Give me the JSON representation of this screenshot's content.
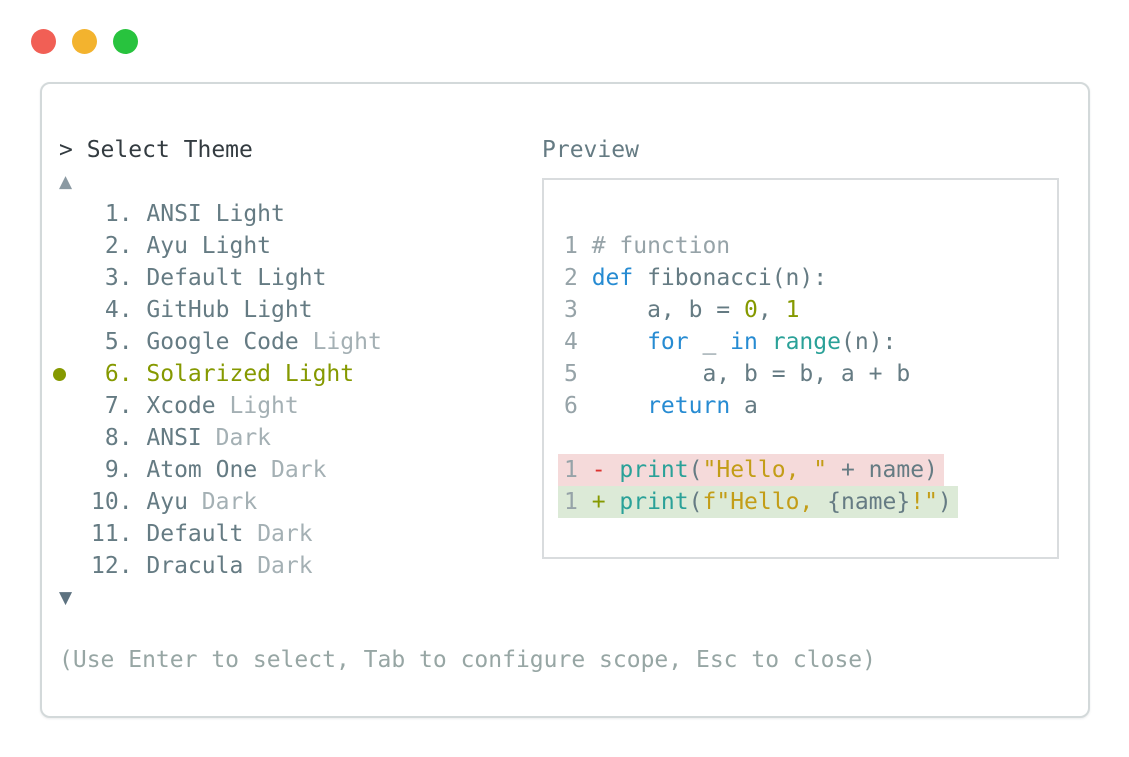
{
  "window": {
    "traffic_lights": [
      {
        "name": "close",
        "color": "#f15f55"
      },
      {
        "name": "minimize",
        "color": "#f3b32e"
      },
      {
        "name": "maximize",
        "color": "#28c33e"
      }
    ]
  },
  "theme_selector": {
    "prompt": ">",
    "title": "Select Theme",
    "scroll_up_glyph": "▲",
    "scroll_down_glyph": "▼",
    "items": [
      {
        "number": "1",
        "name": "ANSI",
        "variant": "Light",
        "dim_variant": false,
        "selected": false
      },
      {
        "number": "2",
        "name": "Ayu",
        "variant": "Light",
        "dim_variant": false,
        "selected": false
      },
      {
        "number": "3",
        "name": "Default",
        "variant": "Light",
        "dim_variant": false,
        "selected": false
      },
      {
        "number": "4",
        "name": "GitHub",
        "variant": "Light",
        "dim_variant": false,
        "selected": false
      },
      {
        "number": "5",
        "name": "Google Code",
        "variant": "Light",
        "dim_variant": true,
        "selected": false
      },
      {
        "number": "6",
        "name": "Solarized",
        "variant": "Light",
        "dim_variant": false,
        "selected": true
      },
      {
        "number": "7",
        "name": "Xcode",
        "variant": "Light",
        "dim_variant": true,
        "selected": false
      },
      {
        "number": "8",
        "name": "ANSI",
        "variant": "Dark",
        "dim_variant": true,
        "selected": false
      },
      {
        "number": "9",
        "name": "Atom One",
        "variant": "Dark",
        "dim_variant": true,
        "selected": false
      },
      {
        "number": "10",
        "name": "Ayu",
        "variant": "Dark",
        "dim_variant": true,
        "selected": false
      },
      {
        "number": "11",
        "name": "Default",
        "variant": "Dark",
        "dim_variant": true,
        "selected": false
      },
      {
        "number": "12",
        "name": "Dracula",
        "variant": "Dark",
        "dim_variant": true,
        "selected": false
      }
    ],
    "hint": "(Use Enter to select, Tab to configure scope, Esc to close)"
  },
  "preview": {
    "label": "Preview",
    "lines": [
      {
        "number": "1",
        "tokens": [
          {
            "t": "# function",
            "c": "comment"
          }
        ]
      },
      {
        "number": "2",
        "tokens": [
          {
            "t": "def",
            "c": "keyword"
          },
          {
            "t": " fibonacci(n):",
            "c": "plain"
          }
        ]
      },
      {
        "number": "3",
        "tokens": [
          {
            "t": "    a, b = ",
            "c": "plain"
          },
          {
            "t": "0",
            "c": "number"
          },
          {
            "t": ", ",
            "c": "plain"
          },
          {
            "t": "1",
            "c": "number"
          }
        ]
      },
      {
        "number": "4",
        "tokens": [
          {
            "t": "    ",
            "c": "plain"
          },
          {
            "t": "for",
            "c": "keyword"
          },
          {
            "t": " _ ",
            "c": "plain"
          },
          {
            "t": "in",
            "c": "keyword"
          },
          {
            "t": " ",
            "c": "plain"
          },
          {
            "t": "range",
            "c": "builtin"
          },
          {
            "t": "(n):",
            "c": "plain"
          }
        ]
      },
      {
        "number": "5",
        "tokens": [
          {
            "t": "        a, b = b, a + b",
            "c": "plain"
          }
        ]
      },
      {
        "number": "6",
        "tokens": [
          {
            "t": "    ",
            "c": "plain"
          },
          {
            "t": "return",
            "c": "keyword"
          },
          {
            "t": " a",
            "c": "plain"
          }
        ]
      },
      {
        "number": "",
        "tokens": []
      },
      {
        "number": "1",
        "diff": "removed",
        "tokens": [
          {
            "t": "- ",
            "c": "diff-minus"
          },
          {
            "t": "print",
            "c": "builtin"
          },
          {
            "t": "(",
            "c": "plain"
          },
          {
            "t": "\"Hello, \"",
            "c": "string"
          },
          {
            "t": " + name)",
            "c": "plain"
          }
        ]
      },
      {
        "number": "1",
        "diff": "added",
        "tokens": [
          {
            "t": "+ ",
            "c": "diff-plus"
          },
          {
            "t": "print",
            "c": "builtin"
          },
          {
            "t": "(",
            "c": "plain"
          },
          {
            "t": "f\"Hello, ",
            "c": "string"
          },
          {
            "t": "{name}",
            "c": "plain"
          },
          {
            "t": "!\"",
            "c": "string"
          },
          {
            "t": ")",
            "c": "plain"
          }
        ]
      }
    ]
  },
  "colors": {
    "slate": "#657b83",
    "muted": "#96a3a8",
    "dim_variant": "#a4b0b4",
    "title": "#333b40",
    "accent_selected": "#859900",
    "keyword_blue": "#268bd2",
    "builtin_cyan": "#2aa198",
    "number_green": "#859900",
    "string_gold": "#c39d17",
    "diff_minus_red": "#dc322f",
    "diff_plus_green": "#859900",
    "removed_bg": "#f5dada",
    "added_bg": "#dcead7",
    "panel_border": "#d3d9da",
    "preview_border": "#d9dcde",
    "hint": "#97a6a4",
    "traffic_red": "#f15f55",
    "traffic_yellow": "#f3b32e",
    "traffic_green": "#28c33e"
  }
}
